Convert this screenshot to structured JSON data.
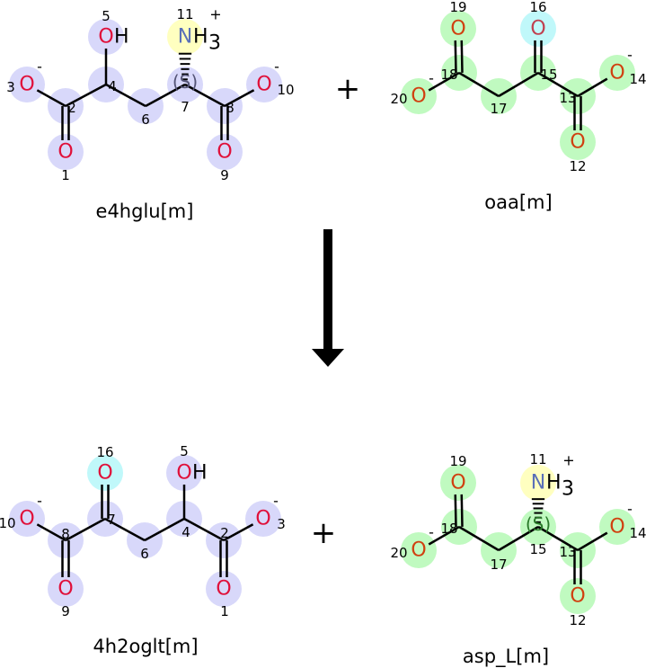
{
  "reaction": {
    "plus_symbol": "+",
    "molecules": [
      {
        "id": "e4hglu",
        "name": "e4hglu[m]",
        "symbol_color": "#e0103a",
        "atoms": [
          {
            "n": "1",
            "sym": "O",
            "hl": "#d8d8fa"
          },
          {
            "n": "2",
            "sym": "",
            "hl": "#d8d8fa"
          },
          {
            "n": "3",
            "sym": "O",
            "hl": "#d8d8fa",
            "charge": "-"
          },
          {
            "n": "4",
            "sym": "",
            "hl": "#d8d8fa"
          },
          {
            "n": "5",
            "sym": "O",
            "suffix": "H",
            "hl": "#d8d8fa"
          },
          {
            "n": "6",
            "sym": "",
            "hl": "#d8d8fa"
          },
          {
            "n": "7",
            "sym": "",
            "stereo": "(S)",
            "hl": "#d8d8fa"
          },
          {
            "n": "8",
            "sym": "",
            "hl": "#d8d8fa"
          },
          {
            "n": "9",
            "sym": "O",
            "hl": "#d8d8fa"
          },
          {
            "n": "10",
            "sym": "O",
            "hl": "#d8d8fa",
            "charge": "-"
          },
          {
            "n": "11",
            "sym": "N",
            "suffix": "H",
            "sub": "3",
            "hl": "#ffffc0",
            "charge": "+",
            "color": "#5a70b8"
          }
        ],
        "bonds": [
          [
            1,
            2,
            2
          ],
          [
            2,
            3,
            1
          ],
          [
            2,
            4,
            1
          ],
          [
            4,
            5,
            1
          ],
          [
            4,
            6,
            1
          ],
          [
            6,
            7,
            1
          ],
          [
            7,
            11,
            "hash"
          ],
          [
            7,
            8,
            1
          ],
          [
            8,
            9,
            2
          ],
          [
            8,
            10,
            1
          ]
        ]
      },
      {
        "id": "oaa",
        "name": "oaa[m]",
        "symbol_color": "#d04010",
        "atoms": [
          {
            "n": "12",
            "sym": "O",
            "hl": "#c0fac0"
          },
          {
            "n": "13",
            "sym": "",
            "hl": "#c0fac0"
          },
          {
            "n": "14",
            "sym": "O",
            "hl": "#c0fac0",
            "charge": "-"
          },
          {
            "n": "15",
            "sym": "",
            "hl": "#c0fac0"
          },
          {
            "n": "16",
            "sym": "O",
            "hl": "#c0f8fa",
            "color": "#c04050"
          },
          {
            "n": "17",
            "sym": "",
            "hl": "#c0fac0"
          },
          {
            "n": "18",
            "sym": "",
            "hl": "#c0fac0"
          },
          {
            "n": "19",
            "sym": "O",
            "hl": "#c0fac0"
          },
          {
            "n": "20",
            "sym": "O",
            "hl": "#c0fac0",
            "charge": "-"
          }
        ],
        "bonds": [
          [
            19,
            18,
            2
          ],
          [
            18,
            20,
            1
          ],
          [
            18,
            17,
            1
          ],
          [
            17,
            15,
            1
          ],
          [
            15,
            16,
            2
          ],
          [
            15,
            13,
            1
          ],
          [
            13,
            14,
            1
          ],
          [
            13,
            12,
            2
          ]
        ]
      },
      {
        "id": "h2oglt",
        "name": "4h2oglt[m]",
        "symbol_color": "#e0103a",
        "atoms": [
          {
            "n": "1",
            "sym": "O",
            "hl": "#d8d8fa"
          },
          {
            "n": "2",
            "sym": "",
            "hl": "#d8d8fa"
          },
          {
            "n": "3",
            "sym": "O",
            "hl": "#d8d8fa",
            "charge": "-"
          },
          {
            "n": "4",
            "sym": "",
            "hl": "#d8d8fa"
          },
          {
            "n": "5",
            "sym": "O",
            "suffix": "H",
            "hl": "#d8d8fa"
          },
          {
            "n": "6",
            "sym": "",
            "hl": "#d8d8fa"
          },
          {
            "n": "7",
            "sym": "",
            "hl": "#d8d8fa"
          },
          {
            "n": "8",
            "sym": "",
            "hl": "#d8d8fa"
          },
          {
            "n": "9",
            "sym": "O",
            "hl": "#d8d8fa"
          },
          {
            "n": "10",
            "sym": "O",
            "hl": "#d8d8fa",
            "charge": "-"
          },
          {
            "n": "16",
            "sym": "O",
            "hl": "#c0f8fa"
          }
        ],
        "bonds": [
          [
            10,
            8,
            1
          ],
          [
            8,
            9,
            2
          ],
          [
            8,
            7,
            1
          ],
          [
            7,
            16,
            2
          ],
          [
            7,
            6,
            1
          ],
          [
            6,
            4,
            1
          ],
          [
            4,
            5,
            1
          ],
          [
            4,
            2,
            1
          ],
          [
            2,
            1,
            2
          ],
          [
            2,
            3,
            1
          ]
        ]
      },
      {
        "id": "asp",
        "name": "asp_L[m]",
        "symbol_color": "#d04010",
        "atoms": [
          {
            "n": "11",
            "sym": "N",
            "suffix": "H",
            "sub": "3",
            "hl": "#ffffc0",
            "charge": "+",
            "color": "#5a70b8"
          },
          {
            "n": "12",
            "sym": "O",
            "hl": "#c0fac0"
          },
          {
            "n": "13",
            "sym": "",
            "hl": "#c0fac0"
          },
          {
            "n": "14",
            "sym": "O",
            "hl": "#c0fac0",
            "charge": "-"
          },
          {
            "n": "15",
            "sym": "",
            "stereo": "(S)",
            "hl": "#c0fac0"
          },
          {
            "n": "17",
            "sym": "",
            "hl": "#c0fac0"
          },
          {
            "n": "18",
            "sym": "",
            "hl": "#c0fac0"
          },
          {
            "n": "19",
            "sym": "O",
            "hl": "#c0fac0"
          },
          {
            "n": "20",
            "sym": "O",
            "hl": "#c0fac0",
            "charge": "-"
          }
        ],
        "bonds": [
          [
            19,
            18,
            2
          ],
          [
            18,
            20,
            1
          ],
          [
            18,
            17,
            1
          ],
          [
            17,
            15,
            1
          ],
          [
            15,
            11,
            "hash"
          ],
          [
            15,
            13,
            1
          ],
          [
            13,
            14,
            1
          ],
          [
            13,
            12,
            2
          ]
        ]
      }
    ]
  }
}
